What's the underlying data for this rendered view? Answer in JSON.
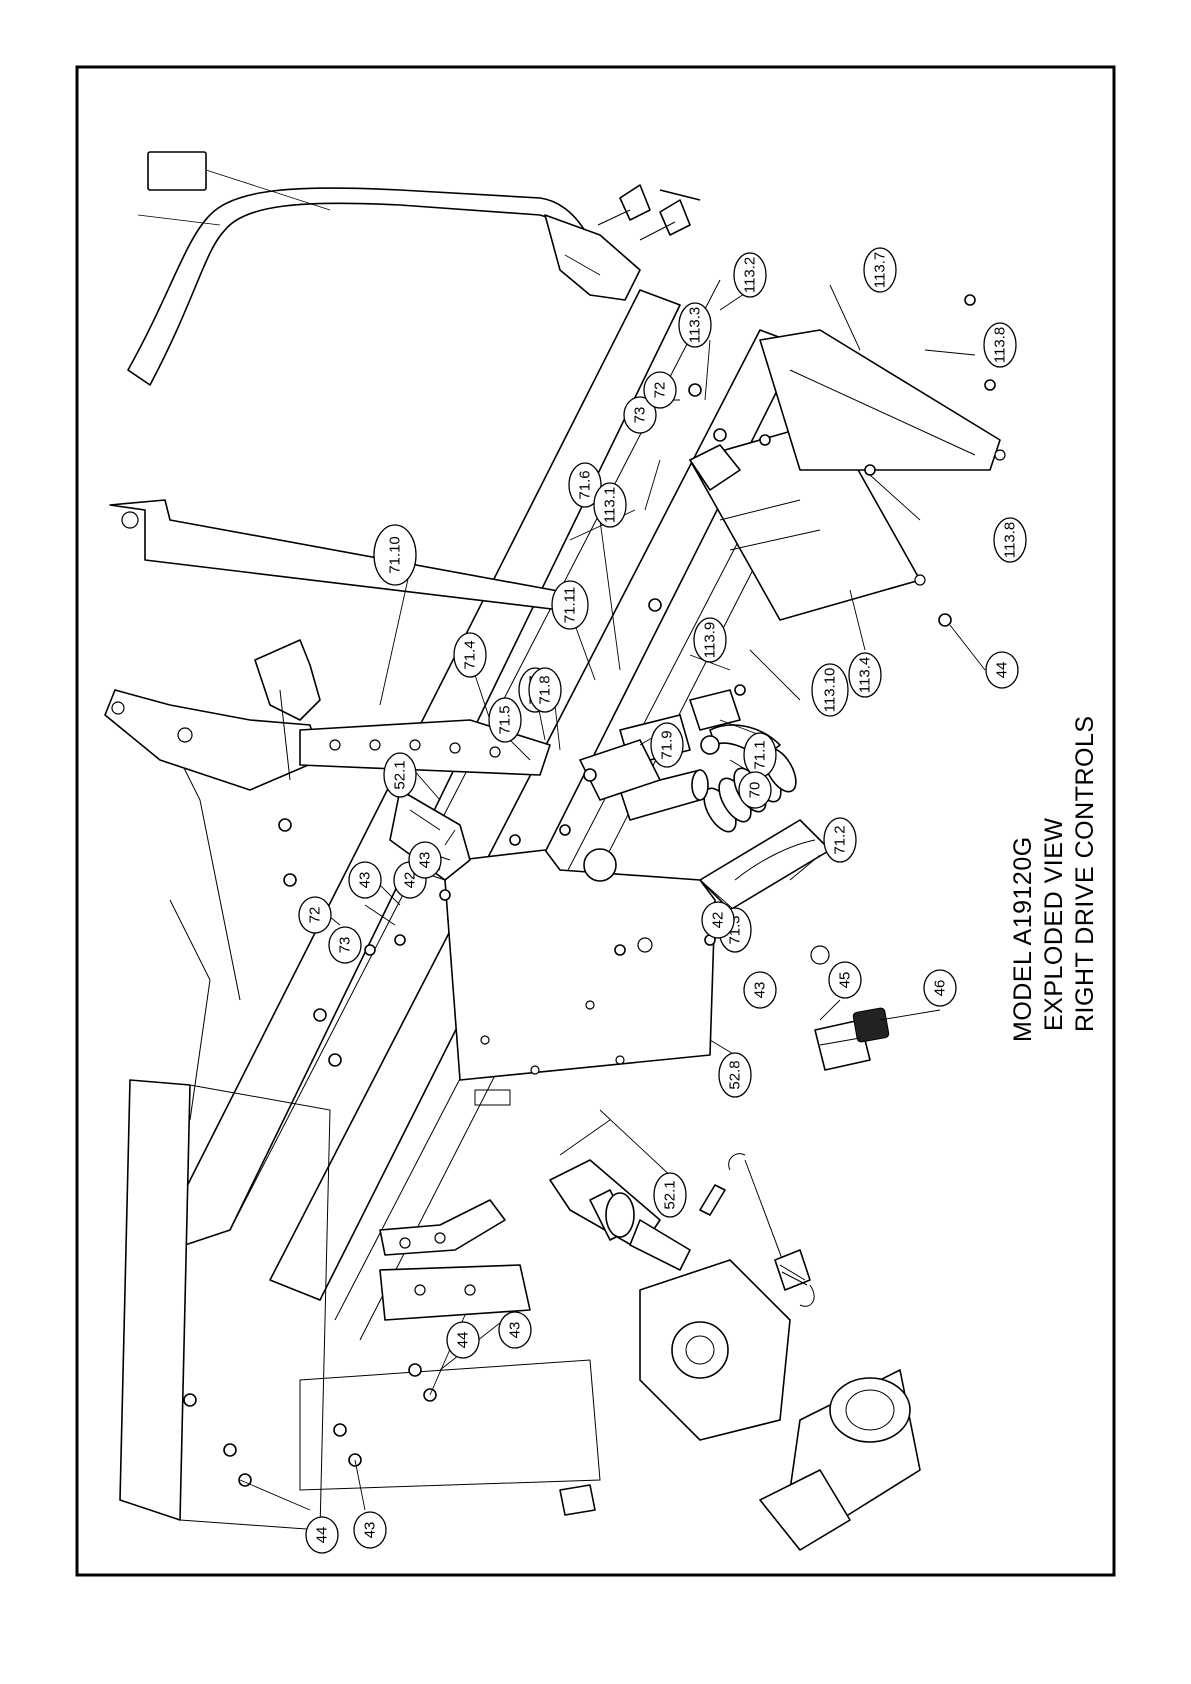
{
  "title_block": {
    "line1": "MODEL A19120G",
    "line2": "EXPLODED VIEW",
    "line3": "RIGHT DRIVE CONTROLS"
  },
  "callouts": [
    {
      "id": "c-71-10",
      "label": "71.10"
    },
    {
      "id": "c-71-4",
      "label": "71.4"
    },
    {
      "id": "c-71-5",
      "label": "71.5"
    },
    {
      "id": "c-71-7",
      "label": "71.7"
    },
    {
      "id": "c-71-6",
      "label": "71.6"
    },
    {
      "id": "c-71-11",
      "label": "71.11"
    },
    {
      "id": "c-71-8",
      "label": "71.8"
    },
    {
      "id": "c-71-9",
      "label": "71.9"
    },
    {
      "id": "c-71-1",
      "label": "71.1"
    },
    {
      "id": "c-70",
      "label": "70"
    },
    {
      "id": "c-71-2",
      "label": "71.2"
    },
    {
      "id": "c-71-3",
      "label": "71.3"
    },
    {
      "id": "c-42-a",
      "label": "42"
    },
    {
      "id": "c-43-a",
      "label": "43"
    },
    {
      "id": "c-45",
      "label": "45"
    },
    {
      "id": "c-46",
      "label": "46"
    },
    {
      "id": "c-52-8",
      "label": "52.8"
    },
    {
      "id": "c-52-1-a",
      "label": "52.1"
    },
    {
      "id": "c-52-1-b",
      "label": "52.1"
    },
    {
      "id": "c-42-b",
      "label": "42"
    },
    {
      "id": "c-43-b",
      "label": "43"
    },
    {
      "id": "c-43-c",
      "label": "43"
    },
    {
      "id": "c-72-a",
      "label": "72"
    },
    {
      "id": "c-73-a",
      "label": "73"
    },
    {
      "id": "c-113-1",
      "label": "113.1"
    },
    {
      "id": "c-73-b",
      "label": "73"
    },
    {
      "id": "c-72-b",
      "label": "72"
    },
    {
      "id": "c-113-3",
      "label": "113.3"
    },
    {
      "id": "c-113-2",
      "label": "113.2"
    },
    {
      "id": "c-113-7",
      "label": "113.7"
    },
    {
      "id": "c-113-8-a",
      "label": "113.8"
    },
    {
      "id": "c-113-8-b",
      "label": "113.8"
    },
    {
      "id": "c-113-9",
      "label": "113.9"
    },
    {
      "id": "c-113-10",
      "label": "113.10"
    },
    {
      "id": "c-113-4",
      "label": "113.4"
    },
    {
      "id": "c-44-a",
      "label": "44"
    },
    {
      "id": "c-44-b",
      "label": "44"
    },
    {
      "id": "c-43-d",
      "label": "43"
    },
    {
      "id": "c-44-c",
      "label": "44"
    },
    {
      "id": "c-43-e",
      "label": "43"
    }
  ]
}
